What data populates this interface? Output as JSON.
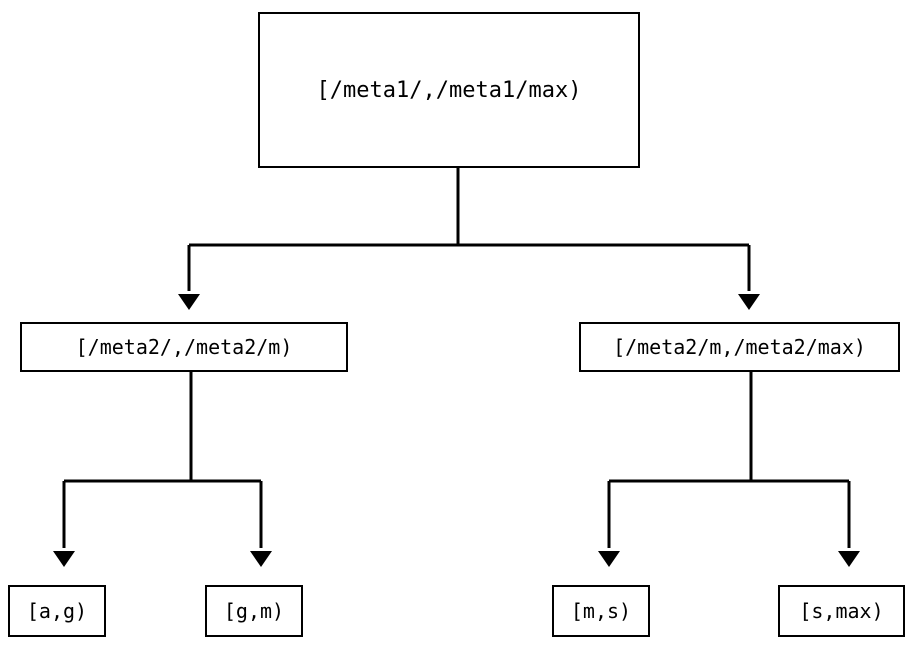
{
  "diagram": {
    "type": "tree",
    "title": "",
    "background_color": "#ffffff",
    "stroke_color": "#000000",
    "text_color": "#000000",
    "nodes": {
      "root": {
        "label": "[/meta1/,/meta1/max)",
        "level": 0
      },
      "mid_left": {
        "label": "[/meta2/,/meta2/m)",
        "level": 1
      },
      "mid_right": {
        "label": "[/meta2/m,/meta2/max)",
        "level": 1
      },
      "leaf_ag": {
        "label": "[a,g)",
        "level": 2
      },
      "leaf_gm": {
        "label": "[g,m)",
        "level": 2
      },
      "leaf_ms": {
        "label": "[m,s)",
        "level": 2
      },
      "leaf_smax": {
        "label": "[s,max)",
        "level": 2
      }
    },
    "edges": [
      {
        "from": "root",
        "to": "mid_left",
        "arrow": "down"
      },
      {
        "from": "root",
        "to": "mid_right",
        "arrow": "down"
      },
      {
        "from": "mid_left",
        "to": "leaf_ag",
        "arrow": "down"
      },
      {
        "from": "mid_left",
        "to": "leaf_gm",
        "arrow": "down"
      },
      {
        "from": "mid_right",
        "to": "leaf_ms",
        "arrow": "down"
      },
      {
        "from": "mid_right",
        "to": "leaf_smax",
        "arrow": "down"
      }
    ]
  }
}
